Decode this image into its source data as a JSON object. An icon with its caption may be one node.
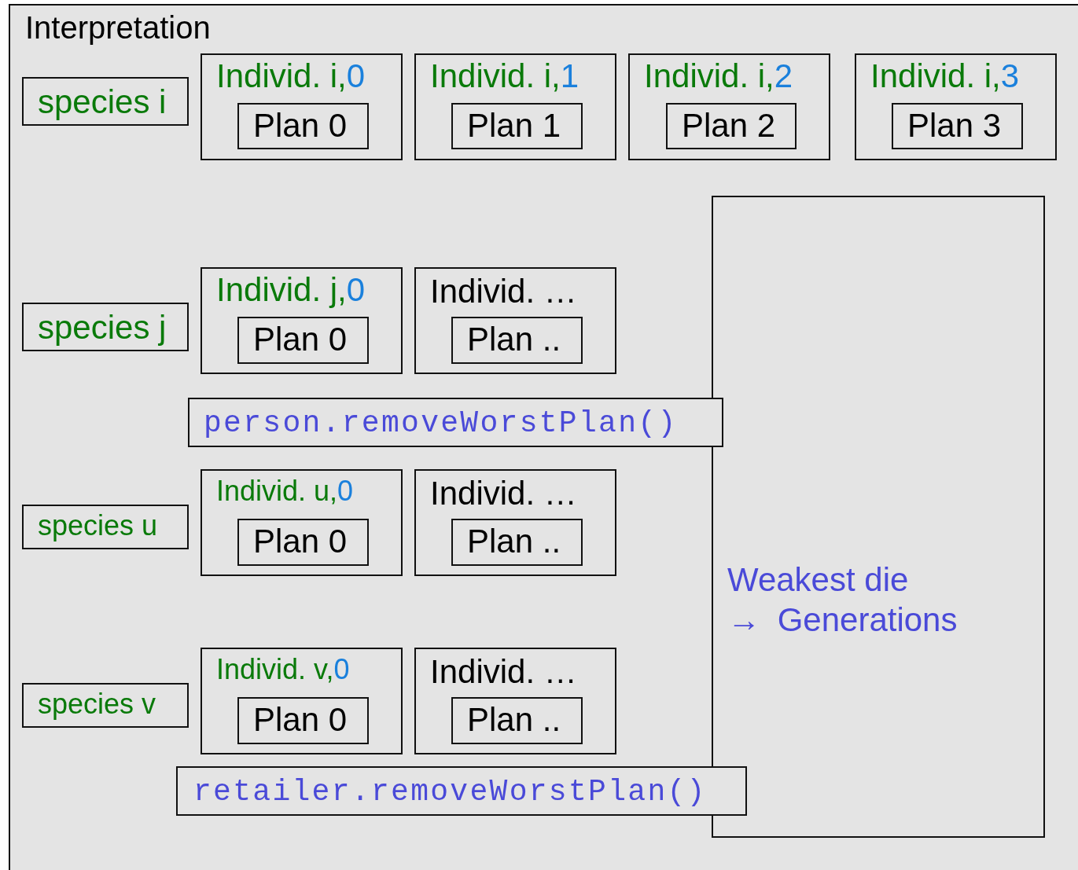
{
  "diagram": {
    "nodes": [
      {
        "text": [
          "Interpretation"
        ]
      },
      {
        "text": [
          "species i"
        ],
        "in": 0
      },
      {
        "text": [
          "Individ. i,0"
        ],
        "in": 0
      },
      {
        "text": [
          "Plan 0"
        ],
        "in": 2
      },
      {
        "text": [
          "Individ. i,1"
        ],
        "in": 0
      },
      {
        "text": [
          "Plan 1"
        ],
        "in": 4
      },
      {
        "text": [
          "Individ. i,2"
        ],
        "in": 0
      },
      {
        "text": [
          "Plan 2"
        ],
        "in": 6
      },
      {
        "text": [
          "Individ. i,3"
        ],
        "in": 0
      },
      {
        "text": [
          "Plan 3"
        ],
        "in": 8
      },
      {
        "text": [
          "Weakest die",
          "→ Generations"
        ],
        "in": 0
      },
      {
        "text": [
          "species j"
        ],
        "in": 0
      },
      {
        "text": [
          "Individ. j,0"
        ],
        "in": 0
      },
      {
        "text": [
          "Plan 0"
        ],
        "in": 12
      },
      {
        "text": [
          "Individ. …"
        ],
        "in": 0
      },
      {
        "text": [
          "Plan .."
        ],
        "in": 14
      },
      {
        "text": [
          "person.removeWorstPlan()"
        ],
        "in": 0
      },
      {
        "text": [
          "species u"
        ],
        "in": 0
      },
      {
        "text": [
          "Individ. u,0"
        ],
        "in": 0
      },
      {
        "text": [
          "Plan 0"
        ],
        "in": 18
      },
      {
        "text": [
          "Individ. …"
        ],
        "in": 0
      },
      {
        "text": [
          "Plan .."
        ],
        "in": 20
      },
      {
        "text": [
          "species v"
        ],
        "in": 0
      },
      {
        "text": [
          "Individ. v,0"
        ],
        "in": 0
      },
      {
        "text": [
          "Plan 0"
        ],
        "in": 23
      },
      {
        "text": [
          "Individ. …"
        ],
        "in": 0
      },
      {
        "text": [
          "Plan .."
        ],
        "in": 25
      },
      {
        "text": [
          "retailer.removeWorstPlan()"
        ],
        "in": 0
      }
    ]
  }
}
